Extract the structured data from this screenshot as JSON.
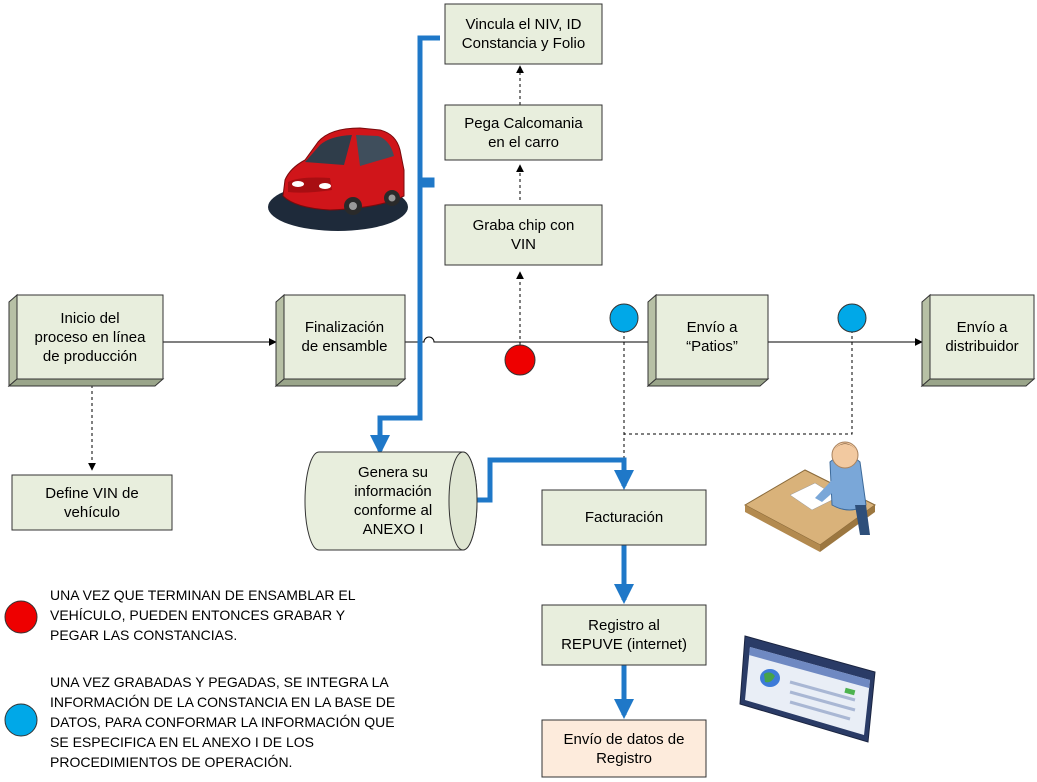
{
  "nodes": {
    "start": [
      "Inicio del",
      "proceso en línea",
      "de producción"
    ],
    "assembly_end": [
      "Finalización",
      "de ensamble"
    ],
    "ship_yards": [
      "Envío a",
      "“Patios”"
    ],
    "ship_distributor": [
      "Envío a",
      "distribuidor"
    ],
    "define_vin": [
      "Define VIN de",
      "vehículo"
    ],
    "burn_chip": [
      "Graba chip con",
      "VIN"
    ],
    "paste_sticker": [
      "Pega Calcomania",
      "en el carro"
    ],
    "link_niv": [
      "Vincula el NIV, ID",
      "Constancia y Folio"
    ],
    "generate_info": [
      "Genera su",
      "información",
      "conforme al",
      "ANEXO I"
    ],
    "billing": [
      "Facturación"
    ],
    "repuve": [
      "Registro al",
      "REPUVE (internet)"
    ],
    "send_data": [
      "Envío de datos de",
      "Registro"
    ]
  },
  "legend": {
    "red": [
      "UNA VEZ QUE TERMINAN DE ENSAMBLAR EL",
      "VEHÍCULO, PUEDEN ENTONCES GRABAR Y",
      "PEGAR LAS CONSTANCIAS."
    ],
    "blue": [
      "UNA VEZ GRABADAS Y PEGADAS, SE INTEGRA LA",
      "INFORMACIÓN DE LA CONSTANCIA EN LA BASE DE",
      "DATOS, PARA CONFORMAR LA INFORMACIÓN QUE",
      "SE ESPECIFICA EN EL ANEXO I DE LOS",
      "PROCEDIMIENTOS DE OPERACIÓN."
    ]
  },
  "colors": {
    "box_fill": "#e8eedd",
    "box_dark": "#b7c0a5",
    "send_fill": "#fdebdc",
    "blue_line": "#1f78c8",
    "red_dot": "#ee0000",
    "blue_dot": "#00a8e8"
  },
  "icons": [
    "red-car-icon",
    "person-at-desk-icon",
    "web-browser-icon"
  ]
}
